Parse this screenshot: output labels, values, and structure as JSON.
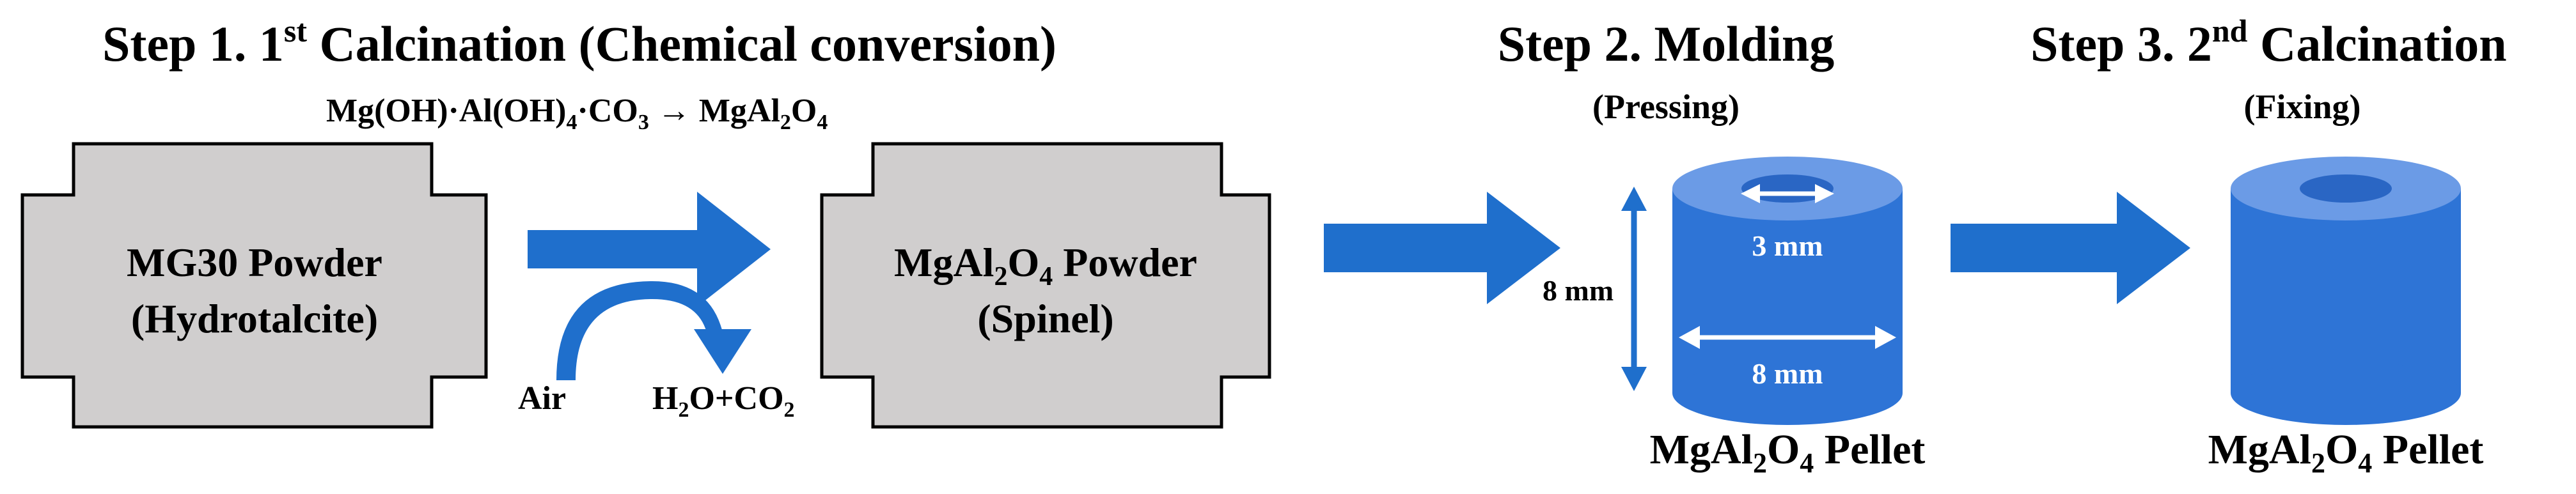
{
  "colors": {
    "arrow_blue": "#1f6fcc",
    "cylinder_body": "#2e74d6",
    "cylinder_top": "#6b9be6",
    "cylinder_hole": "#2a66c4",
    "box_fill": "#d0cece",
    "box_stroke": "#000000",
    "text": "#000000",
    "white": "#ffffff"
  },
  "steps": {
    "step1": {
      "prefix": "Step 1. 1",
      "sup": "st",
      "suffix": " Calcination (Chemical conversion)"
    },
    "step2": {
      "title": "Step 2. Molding",
      "subtitle": "(Pressing)"
    },
    "step3": {
      "prefix": "Step 3. 2",
      "sup": "nd",
      "suffix": " Calcination",
      "subtitle": "(Fixing)"
    }
  },
  "reaction": {
    "part1": "Mg(OH)·Al(OH)",
    "sub1": "4",
    "part2": "·CO",
    "sub2": "3",
    "arrow": " → ",
    "part3": "MgAl",
    "sub3": "2",
    "part4": "O",
    "sub4": "4"
  },
  "box1": {
    "line1": "MG30 Powder",
    "line2": "(Hydrotalcite)"
  },
  "box2": {
    "part1": "MgAl",
    "sub1": "2",
    "part2": "O",
    "sub2": "4",
    "part3": " Powder",
    "line2": "(Spinel)"
  },
  "gas": {
    "air": "Air",
    "out": {
      "part1": "H",
      "sub1": "2",
      "part2": "O+CO",
      "sub2": "2"
    }
  },
  "pellet1": {
    "inner_dim": "3 mm",
    "outer_dim": "8 mm",
    "height_dim": "8 mm",
    "label": {
      "part1": "MgAl",
      "sub1": "2",
      "part2": "O",
      "sub2": "4",
      "part3": " Pellet"
    }
  },
  "pellet2": {
    "label": {
      "part1": "MgAl",
      "sub1": "2",
      "part2": "O",
      "sub2": "4",
      "part3": " Pellet"
    }
  }
}
